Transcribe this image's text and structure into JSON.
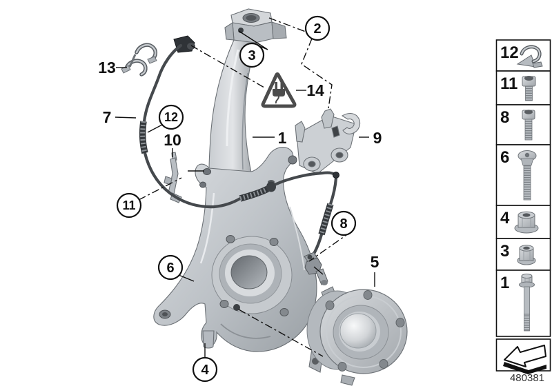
{
  "diagram": {
    "callouts": [
      {
        "label": "1"
      },
      {
        "label": "2"
      },
      {
        "label": "3"
      },
      {
        "label": "4"
      },
      {
        "label": "5"
      },
      {
        "label": "6"
      },
      {
        "label": "7"
      },
      {
        "label": "8"
      },
      {
        "label": "9"
      },
      {
        "label": "10"
      },
      {
        "label": "11"
      },
      {
        "label": "12"
      },
      {
        "label": "13"
      },
      {
        "label": "14"
      }
    ],
    "warning_icon": "plug-warning-triangle-icon"
  },
  "sidebar": {
    "items": [
      {
        "label": "12",
        "icon": "retaining-clip-icon"
      },
      {
        "label": "11",
        "icon": "socket-head-screw-icon"
      },
      {
        "label": "8",
        "icon": "socket-head-screw-icon"
      },
      {
        "label": "6",
        "icon": "oval-head-screw-icon"
      },
      {
        "label": "4",
        "icon": "flange-nut-icon"
      },
      {
        "label": "3",
        "icon": "collar-nut-icon"
      },
      {
        "label": "1",
        "icon": "flange-head-bolt-icon"
      }
    ],
    "direction_icon": "direction-arrow-icon"
  },
  "footer": {
    "part_number": "480381"
  }
}
